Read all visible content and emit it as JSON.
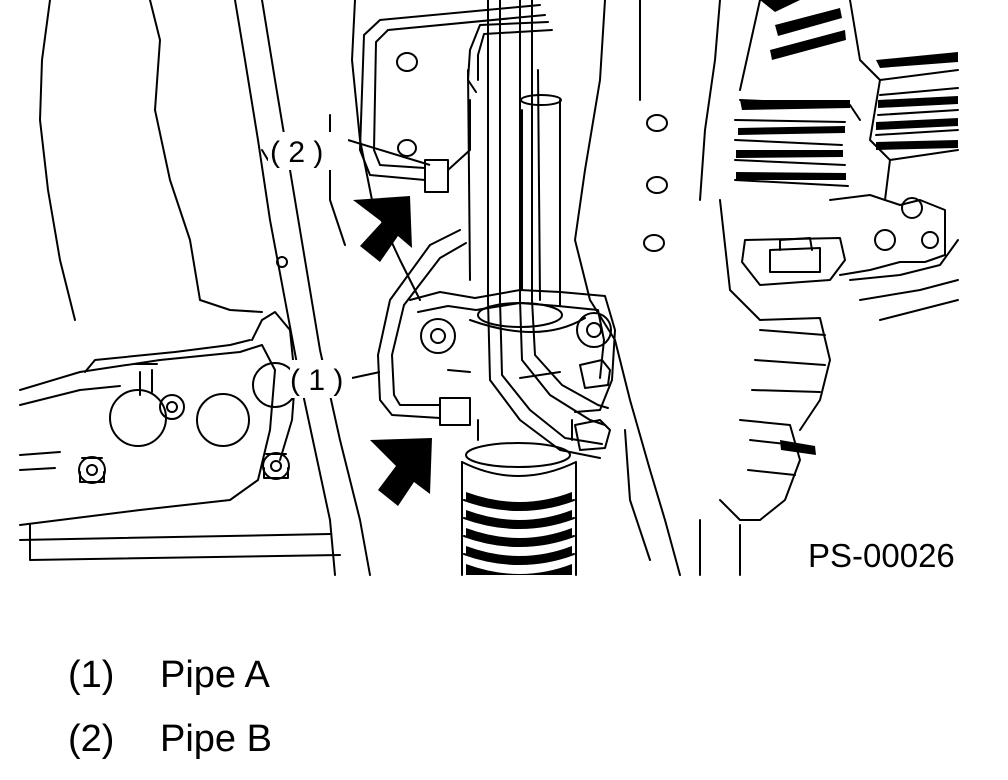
{
  "figure": {
    "code": "PS-00026",
    "callout_1": "( 1 )",
    "callout_2": "( 2 )"
  },
  "legend": {
    "items": [
      {
        "number": "(1)",
        "label": "Pipe A"
      },
      {
        "number": "(2)",
        "label": "Pipe B"
      }
    ]
  },
  "colors": {
    "ink": "#000000",
    "paper": "#ffffff"
  },
  "icons": [
    "arrow-icon"
  ]
}
